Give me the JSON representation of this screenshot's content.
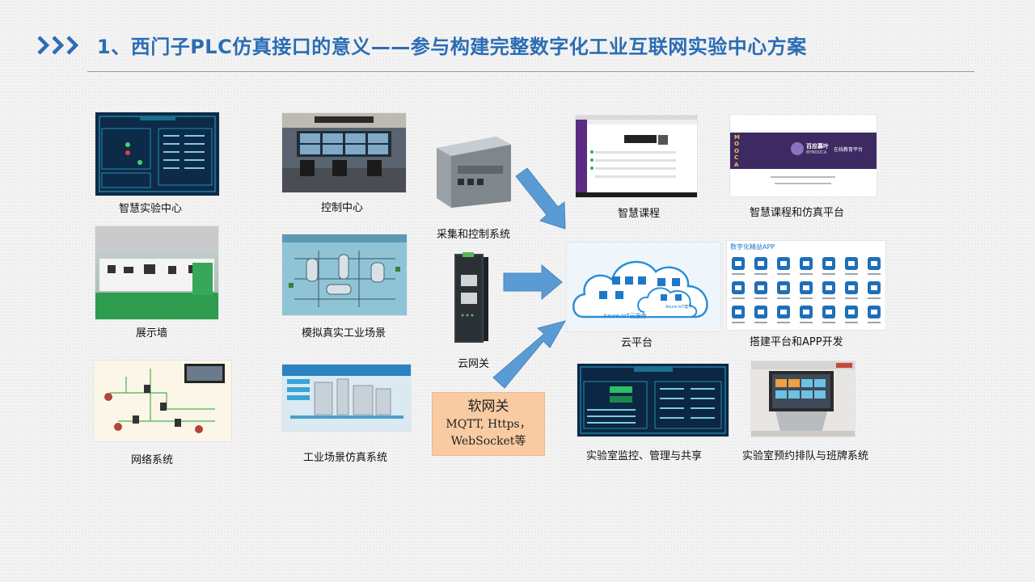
{
  "header": {
    "title": "1、西门子PLC仿真接口的意义——参与构建完整数字化工业互联网实验中心方案"
  },
  "colors": {
    "title": "#2a6db4",
    "arrow": "#5b9bd5",
    "gateway_box": "#f8cba2"
  },
  "left_column": [
    {
      "caption": "智慧实验中心"
    },
    {
      "caption": "展示墙"
    },
    {
      "caption": "网络系统"
    }
  ],
  "middle_column": [
    {
      "caption": "控制中心"
    },
    {
      "caption": "模拟真实工业场景"
    },
    {
      "caption": "工业场景仿真系统"
    }
  ],
  "devices": {
    "plc_caption": "采集和控制系统",
    "gateway_caption": "云网关"
  },
  "soft_gateway": {
    "line1": "软网关",
    "line2": "MQTT, Https，",
    "line3": "WebSocket等"
  },
  "right_top": [
    {
      "caption": "智慧课程"
    },
    {
      "caption": "智慧课程和仿真平台"
    }
  ],
  "cloud": {
    "caption": "云平台",
    "service_label": "Azure IoT云服务",
    "suite_label": "Azure IoT套件"
  },
  "app_panel": {
    "caption": "搭建平台和APP开发",
    "header": "数字化精益APP"
  },
  "mooc": {
    "brand": "百应慕叶",
    "brand_en": "BYMOOCA",
    "platform": "在线教育平台",
    "letters": [
      "M",
      "O",
      "O",
      "C",
      "A"
    ]
  },
  "right_bottom": [
    {
      "caption": "实验室监控、管理与共享"
    },
    {
      "caption": "实验室预约排队与班牌系统"
    }
  ]
}
